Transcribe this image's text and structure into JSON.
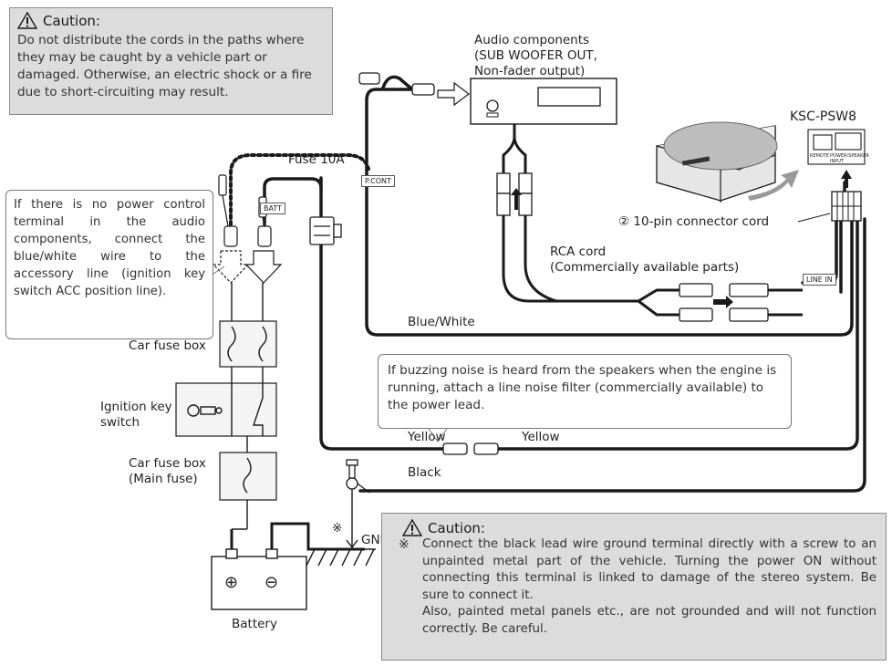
{
  "caution_top": {
    "title": "Caution:",
    "text": "Do not distribute the cords in the paths where they may be caught by a vehicle part or damaged. Otherwise, an electric shock or a fire due to short-circuiting may result."
  },
  "power_note": "If there is no power control terminal in the audio components, connect the blue/white wire to the accessory line (ignition key switch ACC position line).",
  "noise_note": "If buzzing noise is heard from the speakers when the engine is running, attach a line noise filter (commercially available) to the power lead.",
  "caution_bottom": {
    "title": "Caution:",
    "mark": "※",
    "text1": "Connect the black lead wire ground terminal directly with a screw to an unpainted metal part of the vehicle. Turning the power ON without connecting this terminal is linked to damage of the stereo system. Be sure to connect it.",
    "text2": "Also, painted metal panels etc., are not grounded and will not function correctly. Be careful."
  },
  "labels": {
    "audio_title": "Audio components",
    "audio_sub1": "(SUB WOOFER OUT,",
    "audio_sub2": "Non-fader output)",
    "model": "KSC-PSW8",
    "connector": "② 10-pin connector cord",
    "rca1": "RCA cord",
    "rca2": "(Commercially available parts)",
    "fuse": "Fuse 10A",
    "blue_white": "Blue/White",
    "yellow_left": "Yellow",
    "yellow_right": "Yellow",
    "black": "Black",
    "car_fuse_box": "Car fuse box",
    "ignition1": "Ignition key",
    "ignition2": "switch",
    "fuse_main1": "Car fuse box",
    "fuse_main2": "(Main fuse)",
    "battery": "Battery",
    "gnd": "GND",
    "gnd_mark": "※",
    "plus": "⊕",
    "minus": "⊖"
  },
  "tags": {
    "batt": "BATT",
    "pcont": "P.CONT",
    "line_in": "LINE IN",
    "remote": "REMOTE",
    "power_speaker": "POWER/SPEAKER INPUT"
  }
}
